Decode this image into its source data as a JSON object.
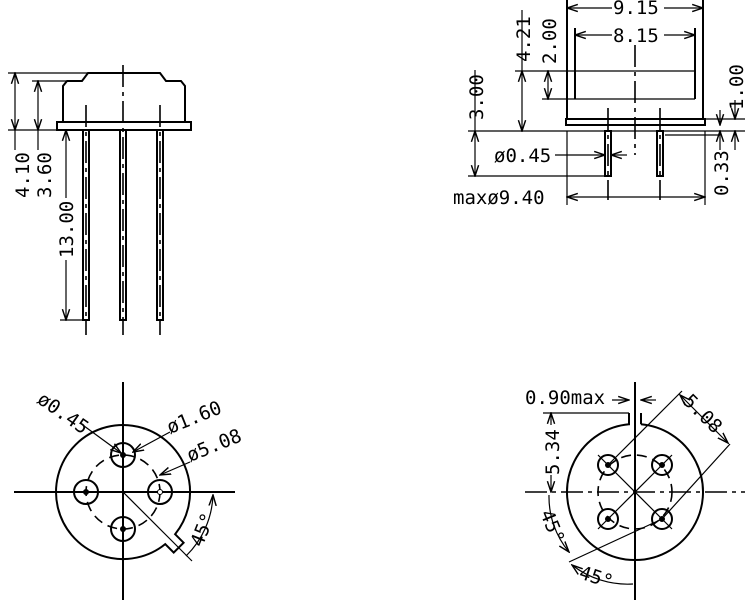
{
  "side_view": {
    "dims": {
      "total_height": "4.10",
      "body_height": "3.60",
      "lead_length": "13.00"
    }
  },
  "section_view": {
    "dims": {
      "outer_width": "9.15",
      "window_width": "8.15",
      "height_4_21": "4.21",
      "window_depth": "2.00",
      "pin_stub": "3.00",
      "flange": "1.00",
      "lead_dia": "ø0.45",
      "gap": "0.33",
      "max_dia": "maxø9.40"
    }
  },
  "bottom_view_left": {
    "dims": {
      "lead_dia": "ø0.45",
      "pad_dia": "ø1.60",
      "pitch_circle": "ø5.08",
      "tab_angle": "45°"
    }
  },
  "bottom_view_right": {
    "dims": {
      "tab_width": "0.90max",
      "tab_height": "5.34",
      "pin_spacing": "5.08",
      "angle_a": "45°",
      "angle_b": "45°"
    }
  }
}
